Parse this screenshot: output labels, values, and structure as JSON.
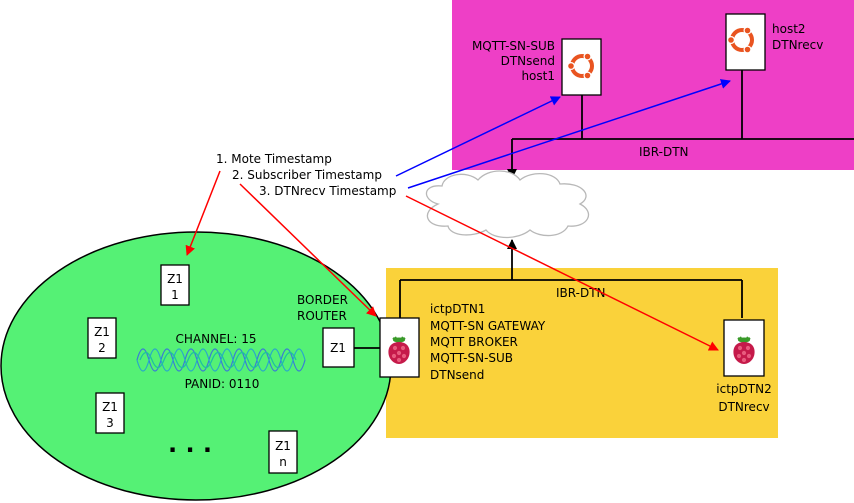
{
  "colors": {
    "pink_region": "#ee3fc6",
    "yellow_region": "#fad23a",
    "green_region": "#55f175",
    "red_arrow": "#ff0000",
    "blue_arrow": "#0000ff",
    "raspberry": "#c51a4a",
    "ubuntu": "#e95420"
  },
  "annotations": {
    "mote": "1. Mote Timestamp",
    "subscriber": "2. Subscriber Timestamp",
    "dtnrecv": "3. DTNrecv Timestamp"
  },
  "hosts": {
    "host1": [
      "MQTT-SN-SUB",
      "DTNsend",
      "host1"
    ],
    "host2": [
      "host2",
      "DTNrecv"
    ]
  },
  "links": {
    "top_bus": "IBR-DTN",
    "bottom_bus": "IBR-DTN"
  },
  "gateway": [
    "ictpDTN1",
    "MQTT-SN GATEWAY",
    "MQTT BROKER",
    "MQTT-SN-SUB",
    "DTNsend"
  ],
  "receiver": [
    "ictpDTN2",
    "DTNrecv"
  ],
  "border_router": {
    "label": [
      "BORDER",
      "ROUTER"
    ],
    "device": "Z1"
  },
  "wsn": {
    "channel": "CHANNEL: 15",
    "panid": "PANID: 0110",
    "ellipsis": ". . .",
    "motes": [
      {
        "name": "Z1",
        "index": "1"
      },
      {
        "name": "Z1",
        "index": "2"
      },
      {
        "name": "Z1",
        "index": "3"
      },
      {
        "name": "Z1",
        "index": "n"
      }
    ]
  }
}
